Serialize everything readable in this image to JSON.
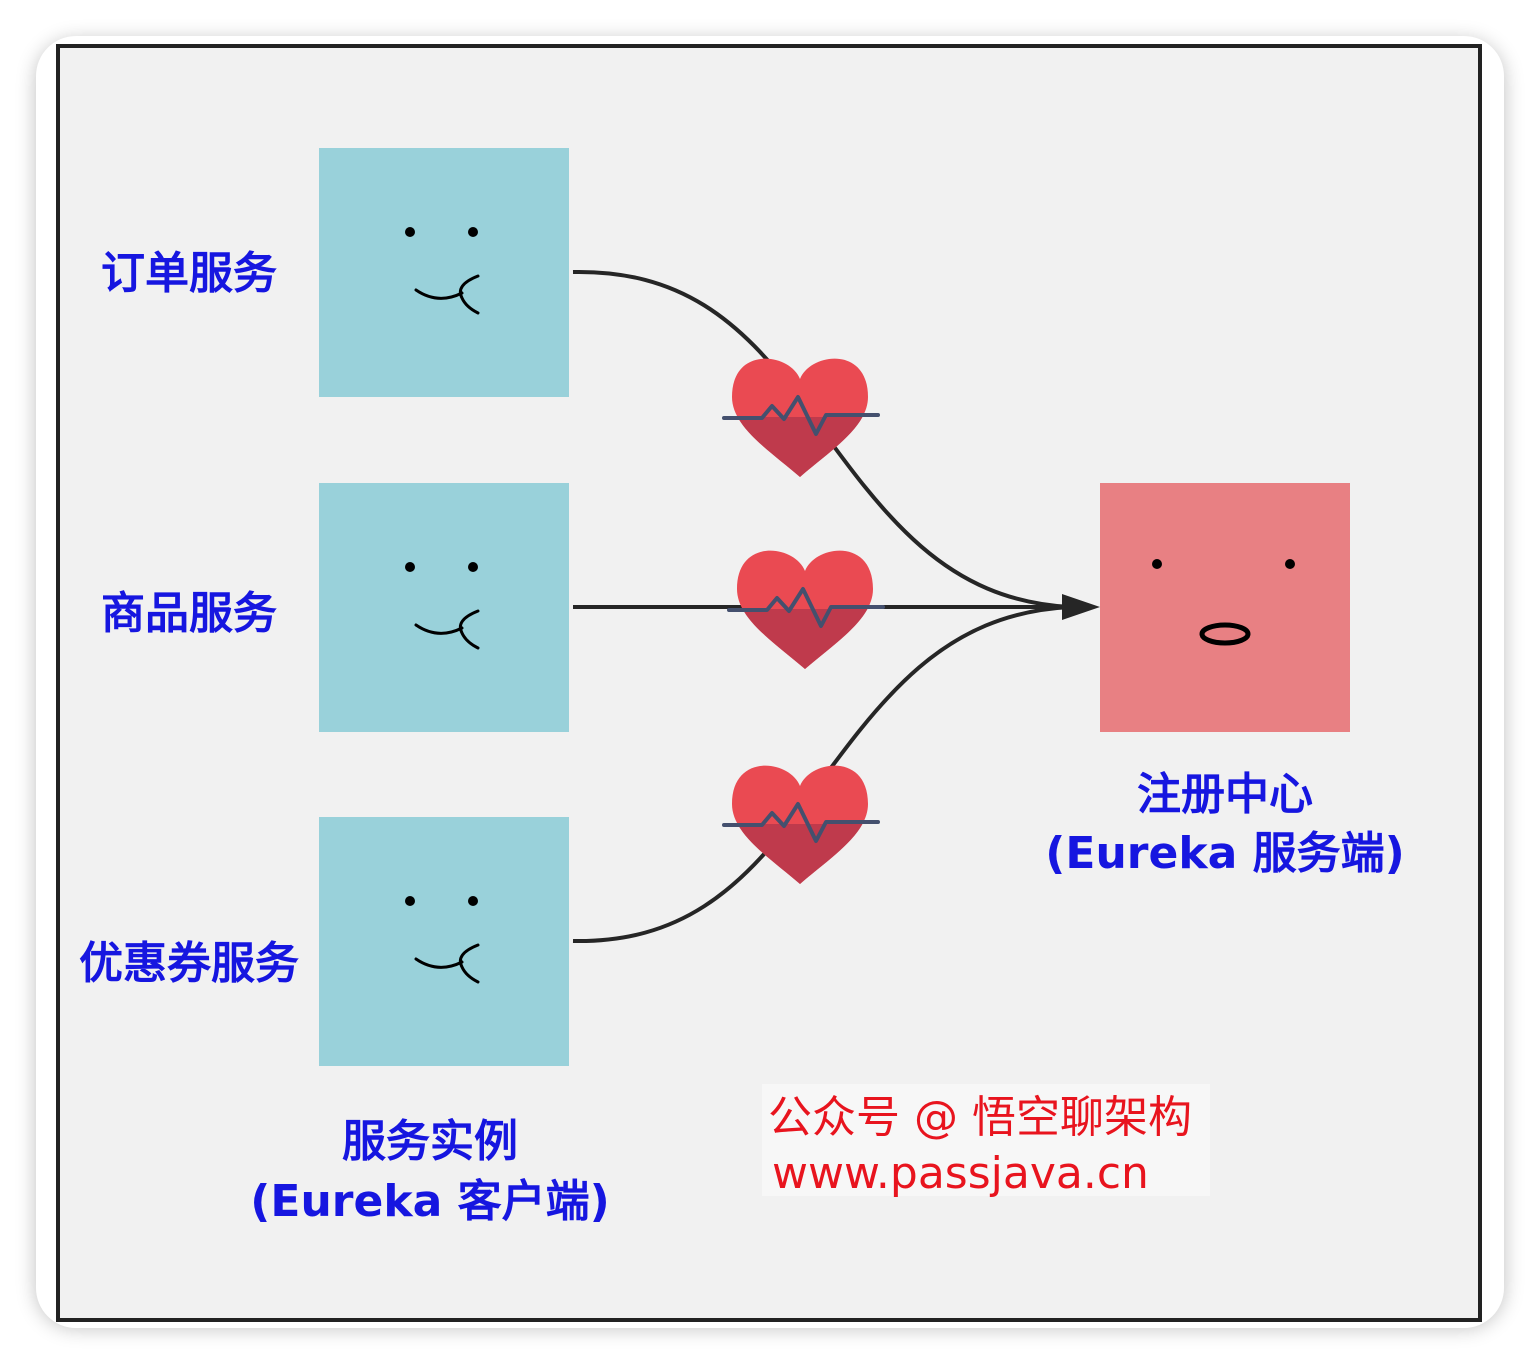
{
  "clients": [
    {
      "label": "订单服务"
    },
    {
      "label": "商品服务"
    },
    {
      "label": "优惠券服务"
    }
  ],
  "clients_caption": {
    "line1": "服务实例",
    "line2": "(Eureka 客户端)"
  },
  "server_caption": {
    "line1": "注册中心",
    "line2": "(Eureka 服务端)"
  },
  "watermark": {
    "line1": "公众号 @ 悟空聊架构",
    "line2": "www.passjava.cn"
  },
  "icons": [
    "smiley-face-icon",
    "heartbeat-heart-icon",
    "surprised-face-icon",
    "arrow-head-icon"
  ],
  "colors": {
    "client_box": "#99d1da",
    "server_box": "#e88083",
    "label": "#1616e0",
    "heart": "#ea4a52",
    "heart_dark": "#bf3a4c",
    "pulse": "#44506e",
    "watermark": "#e8141e"
  }
}
